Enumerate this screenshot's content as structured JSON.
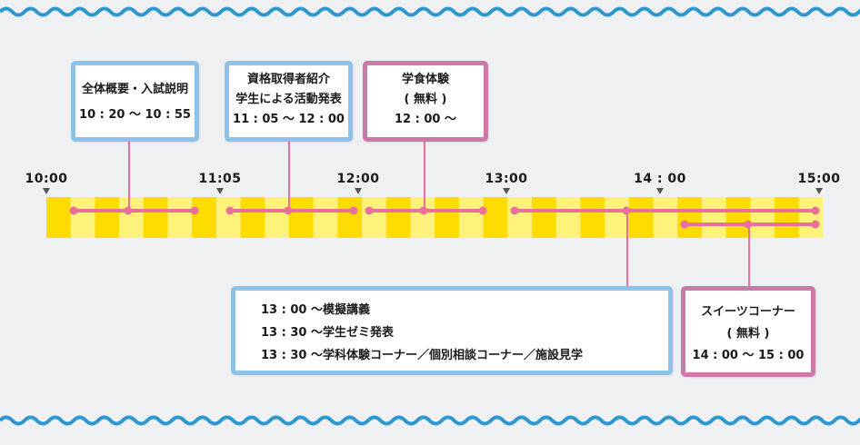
{
  "timeline": {
    "ticks": [
      "10:00",
      "11:05",
      "12:00",
      "13:00",
      "14 : 00",
      "15:00"
    ]
  },
  "events": [
    {
      "lines": [
        "全体概要・入試説明",
        "10 : 20 〜 10 : 55"
      ]
    },
    {
      "lines": [
        "資格取得者紹介",
        "学生による活動発表",
        "11 : 05 〜 12 : 00"
      ]
    },
    {
      "lines": [
        "学食体験",
        "( 無料 )",
        "12 : 00 〜"
      ]
    },
    {
      "lines": [
        "13 : 00 〜模擬講義",
        "13 : 30 〜学生ゼミ発表",
        "13 : 30 〜学科体験コーナー／個別相談コーナー／施設見学"
      ]
    },
    {
      "lines": [
        "スイーツコーナー",
        "( 無料 )",
        "14 : 00 〜 15 : 00"
      ]
    }
  ],
  "colors": {
    "band_light": "#fff27a",
    "band_dark": "#ffdc00",
    "connector": "#e8709a",
    "box_blue": "#8cc2e8",
    "box_pink": "#cc79a8",
    "wave": "#2f97cf"
  }
}
